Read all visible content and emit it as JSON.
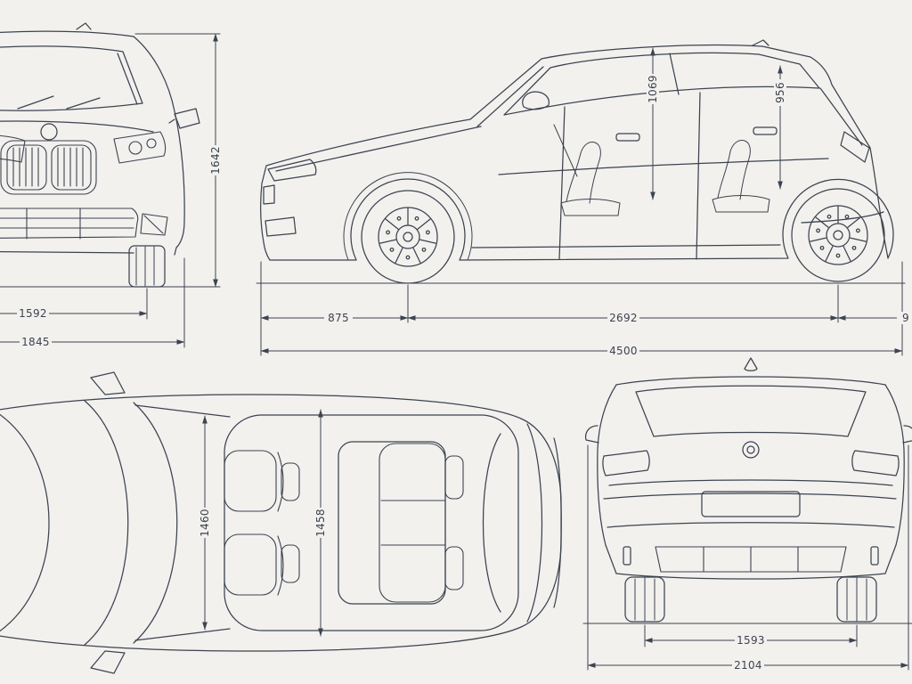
{
  "meta": {
    "background_color": "#f2f1ee",
    "line_color": "#3d4350"
  },
  "front_view": {
    "overall_height": "1642",
    "track_width": "1592",
    "overall_width": "1845"
  },
  "side_view": {
    "front_headroom": "1069",
    "rear_headroom": "956",
    "front_overhang": "875",
    "wheelbase": "2692",
    "rear_overhang_clipped": "9",
    "overall_length": "4500"
  },
  "top_view": {
    "front_interior_width": "1460",
    "rear_interior_width": "1458"
  },
  "rear_view": {
    "rear_track": "1593",
    "overall_width_with_mirrors": "2104"
  }
}
